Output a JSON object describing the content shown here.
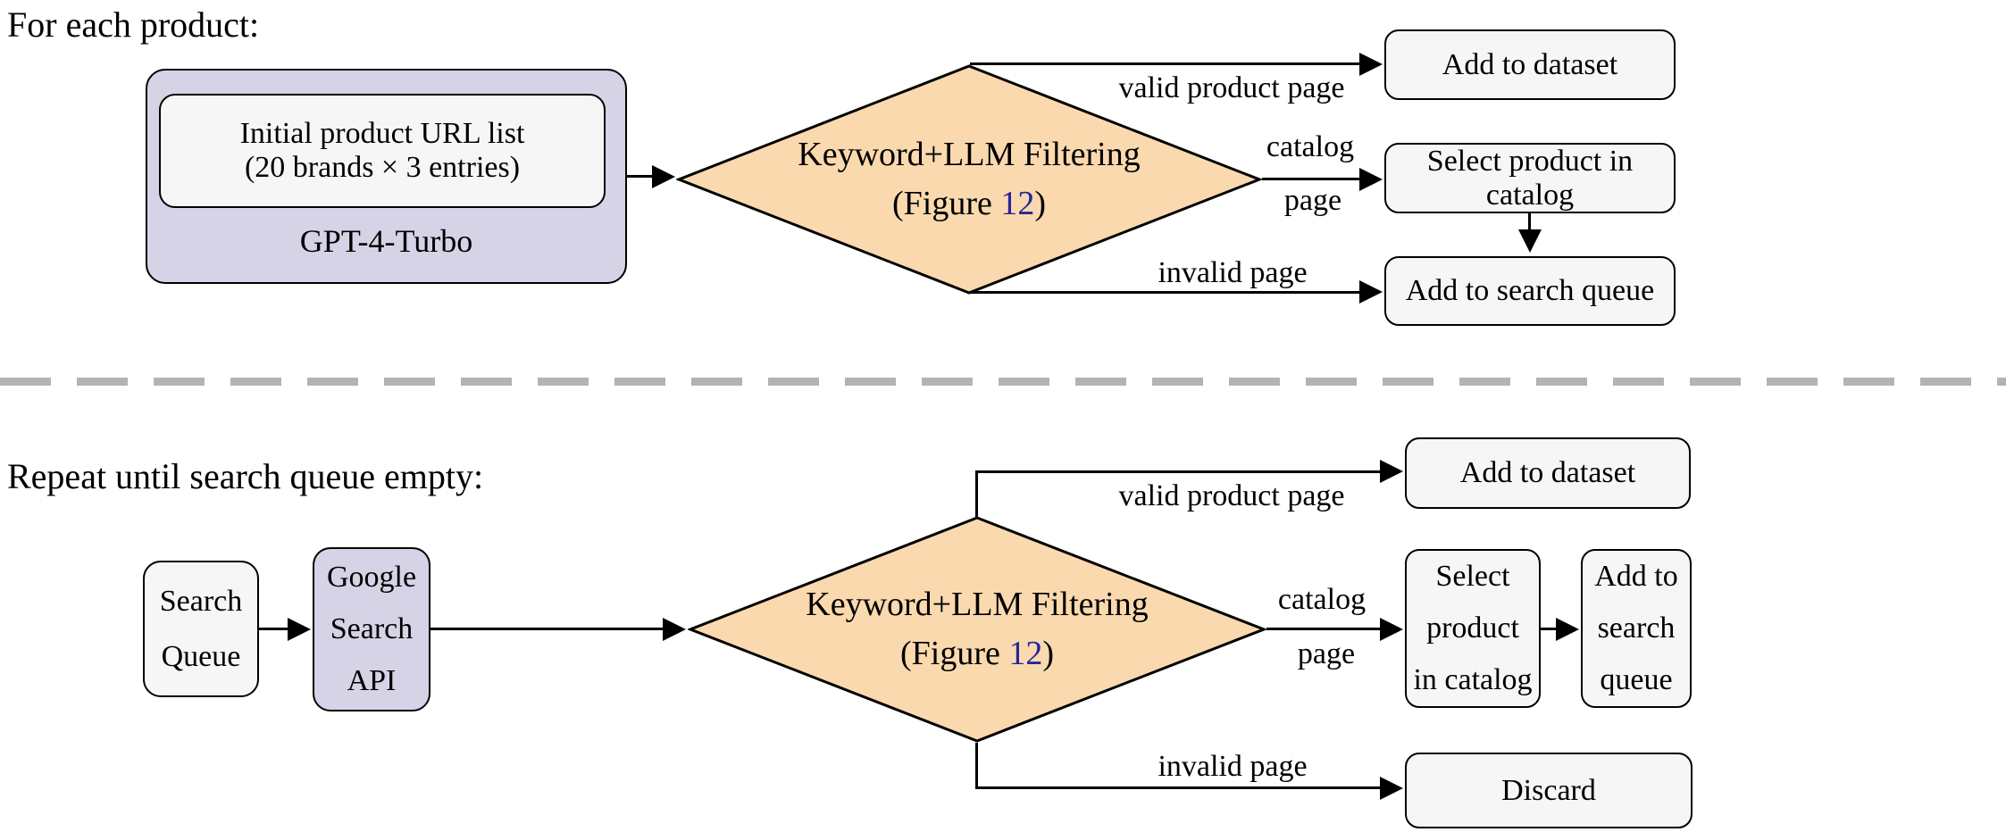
{
  "colors": {
    "node_fill": "#f6f6f6",
    "lavender": "#d6d3e6",
    "diamond_fill": "#fad9ae",
    "link": "#26269a",
    "divider": "#b3b3b3",
    "stroke": "#000000"
  },
  "section1": {
    "title": "For each product:",
    "gpt_box": {
      "label": "GPT-4-Turbo",
      "inner_lines": [
        "Initial product URL list",
        "(20 brands × 3 entries)"
      ]
    },
    "diamond": {
      "line1": "Keyword+LLM Filtering",
      "figure_prefix": "(Figure ",
      "figure_number": "12",
      "figure_suffix": ")"
    },
    "edge_labels": {
      "top": "valid product page",
      "right_line1": "catalog",
      "right_line2": "page",
      "bottom": "invalid page"
    },
    "boxes": {
      "dataset": "Add to dataset",
      "select": "Select product in catalog",
      "queue": "Add to search queue"
    }
  },
  "section2": {
    "title": "Repeat until search queue empty:",
    "search_queue_box": {
      "lines": [
        "Search",
        "Queue"
      ]
    },
    "google_box": {
      "lines": [
        "Google",
        "Search",
        "API"
      ]
    },
    "diamond": {
      "line1": "Keyword+LLM Filtering",
      "figure_prefix": "(Figure ",
      "figure_number": "12",
      "figure_suffix": ")"
    },
    "edge_labels": {
      "top": "valid product page",
      "right_line1": "catalog",
      "right_line2": "page",
      "bottom": "invalid page"
    },
    "boxes": {
      "dataset": "Add to dataset",
      "select_lines": [
        "Select",
        "product",
        "in catalog"
      ],
      "queue_lines": [
        "Add to",
        "search",
        "queue"
      ],
      "discard": "Discard"
    }
  }
}
